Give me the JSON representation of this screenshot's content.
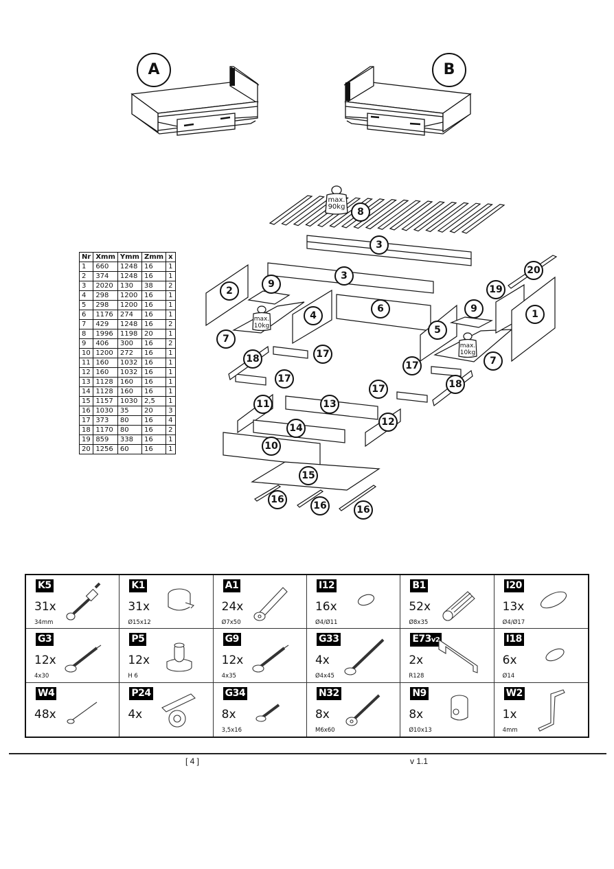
{
  "variants": [
    {
      "label": "A"
    },
    {
      "label": "B"
    }
  ],
  "parts_table": {
    "headers": [
      "Nr",
      "Xmm",
      "Ymm",
      "Zmm",
      "x"
    ],
    "rows": [
      [
        "1",
        "660",
        "1248",
        "16",
        "1"
      ],
      [
        "2",
        "374",
        "1248",
        "16",
        "1"
      ],
      [
        "3",
        "2020",
        "130",
        "38",
        "2"
      ],
      [
        "4",
        "298",
        "1200",
        "16",
        "1"
      ],
      [
        "5",
        "298",
        "1200",
        "16",
        "1"
      ],
      [
        "6",
        "1176",
        "274",
        "16",
        "1"
      ],
      [
        "7",
        "429",
        "1248",
        "16",
        "2"
      ],
      [
        "8",
        "1996",
        "1198",
        "20",
        "1"
      ],
      [
        "9",
        "406",
        "300",
        "16",
        "2"
      ],
      [
        "10",
        "1200",
        "272",
        "16",
        "1"
      ],
      [
        "11",
        "160",
        "1032",
        "16",
        "1"
      ],
      [
        "12",
        "160",
        "1032",
        "16",
        "1"
      ],
      [
        "13",
        "1128",
        "160",
        "16",
        "1"
      ],
      [
        "14",
        "1128",
        "160",
        "16",
        "1"
      ],
      [
        "15",
        "1157",
        "1030",
        "2,5",
        "1"
      ],
      [
        "16",
        "1030",
        "35",
        "20",
        "3"
      ],
      [
        "17",
        "373",
        "80",
        "16",
        "4"
      ],
      [
        "18",
        "1170",
        "80",
        "16",
        "2"
      ],
      [
        "19",
        "859",
        "338",
        "16",
        "1"
      ],
      [
        "20",
        "1256",
        "60",
        "16",
        "1"
      ]
    ]
  },
  "exploded_view": {
    "callouts": {
      "p1": "1",
      "p2": "2",
      "p3a": "3",
      "p3b": "3",
      "p4": "4",
      "p5": "5",
      "p6": "6",
      "p7a": "7",
      "p7b": "7",
      "p8": "8",
      "p9a": "9",
      "p9b": "9",
      "p10": "10",
      "p11": "11",
      "p12": "12",
      "p13": "13",
      "p14": "14",
      "p15": "15",
      "p16a": "16",
      "p16b": "16",
      "p16c": "16",
      "p17a": "17",
      "p17b": "17",
      "p17c": "17",
      "p17d": "17",
      "p18a": "18",
      "p18b": "18",
      "p19": "19",
      "p20": "20"
    },
    "weights": {
      "slats": {
        "line1": "max.",
        "line2": "90kg"
      },
      "shelf_left": {
        "line1": "max.",
        "line2": "10kg"
      },
      "shelf_right": {
        "line1": "max.",
        "line2": "10kg"
      }
    }
  },
  "hardware": [
    {
      "code": "K5",
      "qty": "31x",
      "size": "34mm",
      "icon": "cam-bolt-icon"
    },
    {
      "code": "K1",
      "qty": "31x",
      "size": "Ø15x12",
      "icon": "cam-lock-icon"
    },
    {
      "code": "A1",
      "qty": "24x",
      "size": "Ø7x50",
      "icon": "confirmat-screw-icon"
    },
    {
      "code": "I12",
      "qty": "16x",
      "size": "Ø4/Ø11",
      "icon": "cover-cap-icon"
    },
    {
      "code": "B1",
      "qty": "52x",
      "size": "Ø8x35",
      "icon": "wooden-dowel-icon"
    },
    {
      "code": "I20",
      "qty": "13x",
      "size": "Ø4/Ø17",
      "icon": "cover-cap-large-icon"
    },
    {
      "code": "G3",
      "qty": "12x",
      "size": "4x30",
      "icon": "wood-screw-icon"
    },
    {
      "code": "P5",
      "qty": "12x",
      "size": "H 6",
      "icon": "glide-foot-icon"
    },
    {
      "code": "G9",
      "qty": "12x",
      "size": "4x35",
      "icon": "wood-screw-icon"
    },
    {
      "code": "G33",
      "qty": "4x",
      "size": "Ø4x45",
      "icon": "long-screw-icon"
    },
    {
      "code": "E73",
      "code_suffix": "v2",
      "qty": "2x",
      "size": "R128",
      "icon": "handle-icon"
    },
    {
      "code": "I18",
      "qty": "6x",
      "size": "Ø14",
      "icon": "cover-disc-icon"
    },
    {
      "code": "W4",
      "qty": "48x",
      "size": "",
      "icon": "nail-icon"
    },
    {
      "code": "P24",
      "qty": "4x",
      "size": "",
      "icon": "castor-wheel-icon"
    },
    {
      "code": "G34",
      "qty": "8x",
      "size": "3,5x16",
      "icon": "short-screw-icon"
    },
    {
      "code": "N32",
      "qty": "8x",
      "size": "M6x60",
      "icon": "connector-bolt-icon"
    },
    {
      "code": "N9",
      "qty": "8x",
      "size": "Ø10x13",
      "icon": "barrel-nut-icon"
    },
    {
      "code": "W2",
      "qty": "1x",
      "size": "4mm",
      "icon": "allen-key-icon"
    }
  ],
  "footer": {
    "page": "[ 4 ]",
    "version": "v 1.1"
  }
}
